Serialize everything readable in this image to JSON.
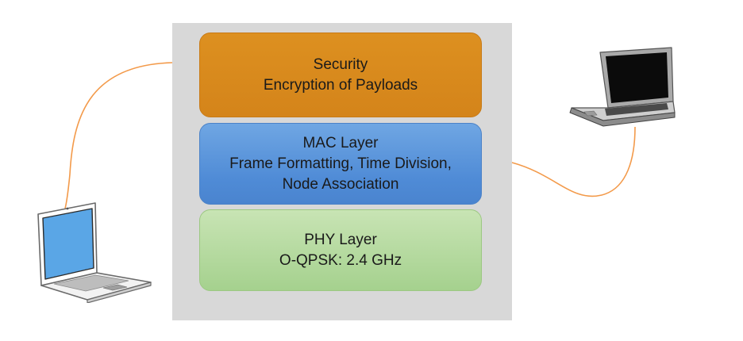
{
  "layers": {
    "security": {
      "title": "Security",
      "lines": [
        "Encryption of Payloads"
      ],
      "color": "#d98a1d"
    },
    "mac": {
      "title": "MAC Layer",
      "lines": [
        "Frame Formatting, Time Division,",
        "Node Association"
      ],
      "color": "#5b95dc"
    },
    "phy": {
      "title": "PHY Layer",
      "lines": [
        "O-QPSK: 2.4 GHz"
      ],
      "color": "#b4d99c"
    }
  },
  "devices": {
    "left": {
      "icon": "modern-laptop-icon"
    },
    "right": {
      "icon": "vintage-laptop-icon"
    }
  },
  "colors": {
    "wire": "#f39a4a",
    "stack_background": "#d8d8d8"
  }
}
